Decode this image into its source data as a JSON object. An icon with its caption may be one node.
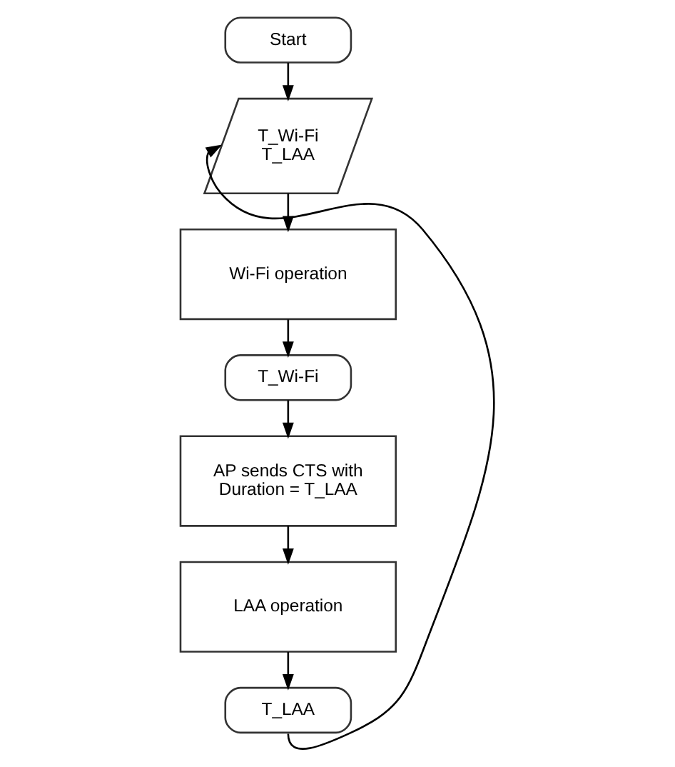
{
  "diagram": {
    "nodes": [
      {
        "text": [
          "Start"
        ]
      },
      {
        "text": [
          "T_Wi-Fi T_LAA"
        ]
      },
      {
        "text": [
          "Wi-Fi operation"
        ]
      },
      {
        "text": [
          "T_Wi-Fi"
        ]
      },
      {
        "text": [
          "AP sends CTS with Duration = T_LAA"
        ]
      },
      {
        "text": [
          "LAA operation"
        ]
      },
      {
        "text": [
          "T_LAA"
        ]
      }
    ],
    "edges": [
      {
        "from": 0,
        "to": 1,
        "arrow": "to"
      },
      {
        "from": 1,
        "to": 2,
        "arrow": "to"
      },
      {
        "from": 2,
        "to": 3,
        "arrow": "to"
      },
      {
        "from": 3,
        "to": 4,
        "arrow": "to"
      },
      {
        "from": 4,
        "to": 5,
        "arrow": "to"
      },
      {
        "from": 5,
        "to": 6,
        "arrow": "to"
      },
      {
        "from": 6,
        "to": 1,
        "arrow": "to"
      }
    ]
  }
}
